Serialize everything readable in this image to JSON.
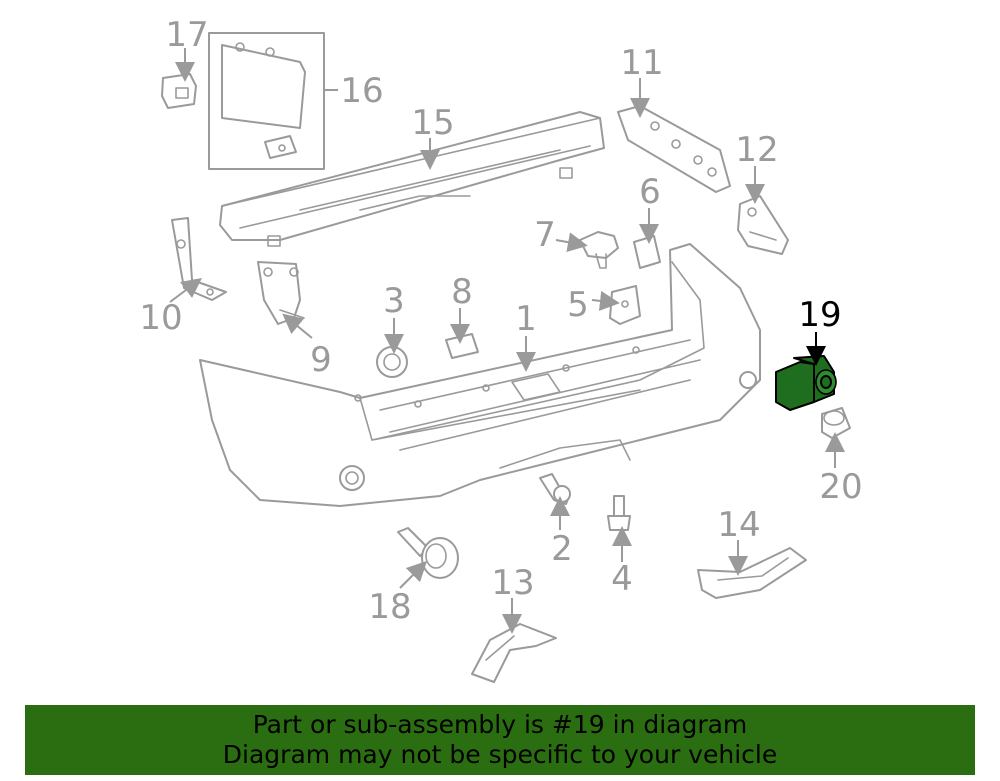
{
  "diagram": {
    "callouts": {
      "c1": "1",
      "c2": "2",
      "c3": "3",
      "c4": "4",
      "c5": "5",
      "c6": "6",
      "c7": "7",
      "c8": "8",
      "c9": "9",
      "c10": "10",
      "c11": "11",
      "c12": "12",
      "c13": "13",
      "c14": "14",
      "c15": "15",
      "c16": "16",
      "c17": "17",
      "c18": "18",
      "c19": "19",
      "c20": "20"
    },
    "highlighted_part": "19",
    "colors": {
      "line_gray": "#9a9a9a",
      "highlight_fill": "#1f6e1f",
      "banner_green": "#2b6e12",
      "highlight_text": "#000000"
    }
  },
  "banner": {
    "line1": "Part or sub-assembly is #19 in diagram",
    "line2": "Diagram may not be specific to your vehicle"
  }
}
